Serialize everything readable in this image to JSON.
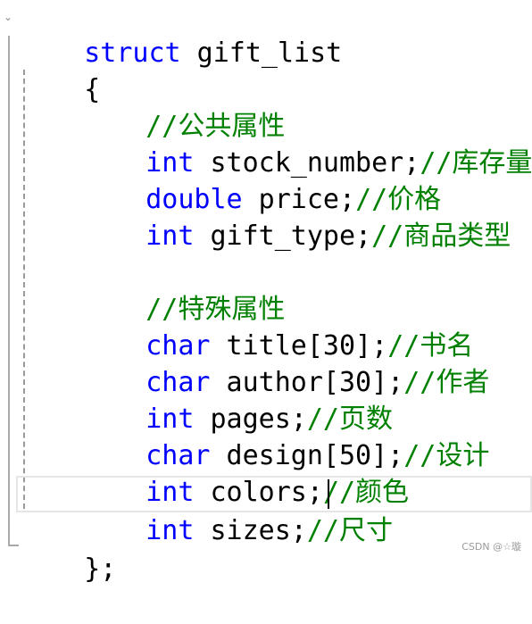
{
  "code_lines": [
    {
      "kw": "struct",
      "text": " gift_list",
      "comment": ""
    },
    {
      "kw": "",
      "text": "{",
      "comment": ""
    },
    {
      "kw": "",
      "text": "",
      "comment": "//公共属性"
    },
    {
      "kw": "int",
      "text": " stock_number;",
      "comment": "//库存量"
    },
    {
      "kw": "double",
      "text": " price;",
      "comment": "//价格"
    },
    {
      "kw": "int",
      "text": " gift_type;",
      "comment": "//商品类型"
    },
    {
      "kw": "",
      "text": "",
      "comment": ""
    },
    {
      "kw": "",
      "text": "",
      "comment": "//特殊属性"
    },
    {
      "kw": "char",
      "text": " title[30];",
      "comment": "//书名"
    },
    {
      "kw": "char",
      "text": " author[30];",
      "comment": "//作者"
    },
    {
      "kw": "int",
      "text": " pages;",
      "comment": "//页数"
    },
    {
      "kw": "char",
      "text": " design[50];",
      "comment": "//设计"
    },
    {
      "kw": "int",
      "text": " colors;",
      "comment": "//颜色"
    },
    {
      "kw": "int",
      "text": " sizes;",
      "comment": "//尺寸"
    },
    {
      "kw": "",
      "text": "};",
      "comment": ""
    }
  ],
  "watermark": "CSDN @☆璇",
  "colors": {
    "keyword": "#0000ff",
    "comment": "#008000",
    "text": "#000000"
  },
  "icons": {
    "fold": "chevron-down-icon"
  }
}
